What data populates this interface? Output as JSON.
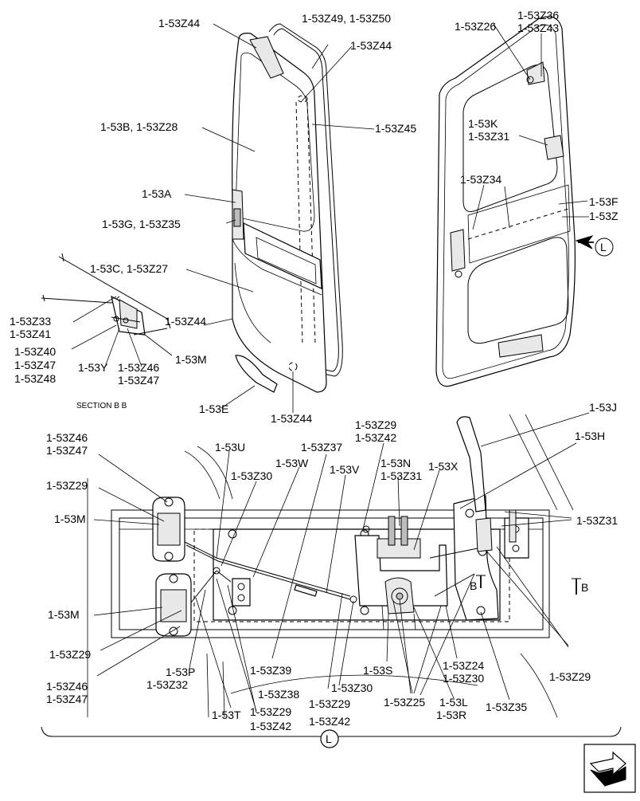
{
  "labels": {
    "l01": "1-53Z44",
    "l02": "1-53Z49, 1-53Z50",
    "l03": "1-53Z44",
    "l04": "1-53B, 1-53Z28",
    "l05": "1-53Z45",
    "l06": "1-53A",
    "l07": "1-53G, 1-53Z35",
    "l08": "1-53C, 1-53Z27",
    "l09": "1-53Z44",
    "l10": "1-53Z33",
    "l11": "1-53Z41",
    "l12": "1-53Z40",
    "l13": "1-53Z47",
    "l14": "1-53Z48",
    "l15": "1-53Y",
    "l16": "1-53Z46",
    "l17": "1-53Z47",
    "l18": "1-53M",
    "l19": "1-53E",
    "l20": "1-53Z44",
    "l21": "1-53Z26",
    "l22": "1-53Z36",
    "l23": "1-53Z43",
    "l24": "1-53K",
    "l25": "1-53Z31",
    "l26": "1-53Z34",
    "l27": "1-53F",
    "l28": "1-53Z",
    "l29": "L",
    "l30": "1-53J",
    "l31": "1-53H",
    "l32": "1-53Z29",
    "l33": "1-53Z42",
    "l34": "1-53Z46",
    "l35": "1-53Z47",
    "l36": "1-53U",
    "l37": "1-53Z37",
    "l38": "1-53W",
    "l39": "1-53V",
    "l40": "1-53N",
    "l41": "1-53Z31",
    "l42": "1-53X",
    "l43": "1-53Z30",
    "l44": "1-53Z29",
    "l45": "1-53M",
    "l46": "1-53Z31",
    "l47": "B",
    "l48": "B",
    "l49": "1-53M",
    "l50": "1-53Z29",
    "l51": "1-53Z46",
    "l52": "1-53Z47",
    "l53": "1-53P",
    "l54": "1-53Z32",
    "l55": "1-53Z39",
    "l56": "1-53S",
    "l57": "1-53Z24",
    "l58": "1-53Z30",
    "l59": "1-53Z29",
    "l60": "1-53Z38",
    "l61": "1-53Z30",
    "l62": "1-53Z25",
    "l63": "1-53L",
    "l64": "1-53R",
    "l65": "1-53Z35",
    "l66": "1-53T",
    "l67": "1-53Z29",
    "l68": "1-53Z42",
    "l69": "1-53Z29",
    "l70": "1-53Z42",
    "l71": "L"
  },
  "section_caption": "SECTION B B",
  "nav_icon": "page-turn-arrow-icon"
}
